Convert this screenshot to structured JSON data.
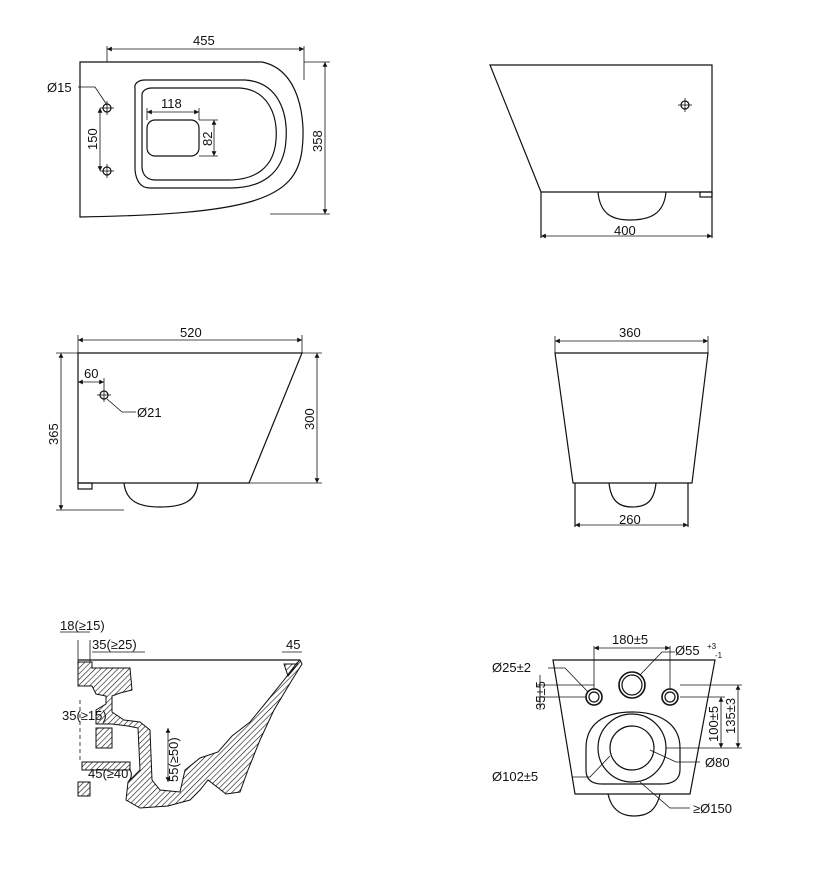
{
  "views": {
    "top_view": {
      "width_label": "455",
      "depth_label": "358",
      "hole_dia_label": "Ø15",
      "hole_spacing_label": "150",
      "opening_width_label": "118",
      "opening_depth_label": "82"
    },
    "front_view": {
      "width_label": "400"
    },
    "side_view": {
      "length_label": "520",
      "height_label": "365",
      "front_height_label": "300",
      "hole_offset_label": "60",
      "hole_dia_label": "Ø21"
    },
    "rear_view": {
      "top_width_label": "360",
      "bottom_width_label": "260"
    },
    "section_view": {
      "label_18": "18(≥15)",
      "label_35_top": "35(≥25)",
      "label_45_top": "45",
      "label_35_mid": "35(≥15)",
      "label_45_bottom": "45(≥40)",
      "label_55": "55(≥50)"
    },
    "installation_view": {
      "label_180": "180±5",
      "label_55_dia": "Ø55",
      "label_55_tol_sup": "+3",
      "label_55_tol_sub": "-1",
      "label_25_dia": "Ø25±2",
      "label_35": "35±5",
      "label_100": "100±5",
      "label_135": "135±3",
      "label_102_dia": "Ø102±5",
      "label_80_dia": "Ø80",
      "label_150_dia": "≥Ø150"
    }
  }
}
